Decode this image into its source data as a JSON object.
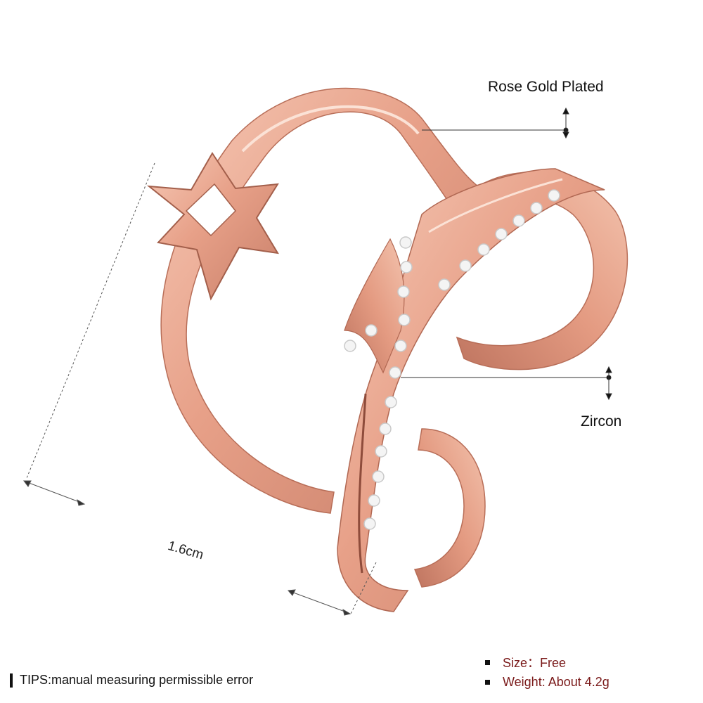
{
  "annotations": {
    "material_label": "Rose Gold Plated",
    "stone_label": "Zircon",
    "dimension_label": "1.6cm"
  },
  "footer": {
    "tips": "TIPS:manual measuring permissible error",
    "specs": [
      {
        "label": "Size：Free"
      },
      {
        "label": "Weight: About 4.2g"
      }
    ]
  },
  "colors": {
    "rose_gold": "#e8a48c",
    "rose_gold_dark": "#c27a62",
    "spec_text": "#7a1a1a"
  },
  "icons": [
    "star-of-david-icon",
    "bullet-icon"
  ]
}
